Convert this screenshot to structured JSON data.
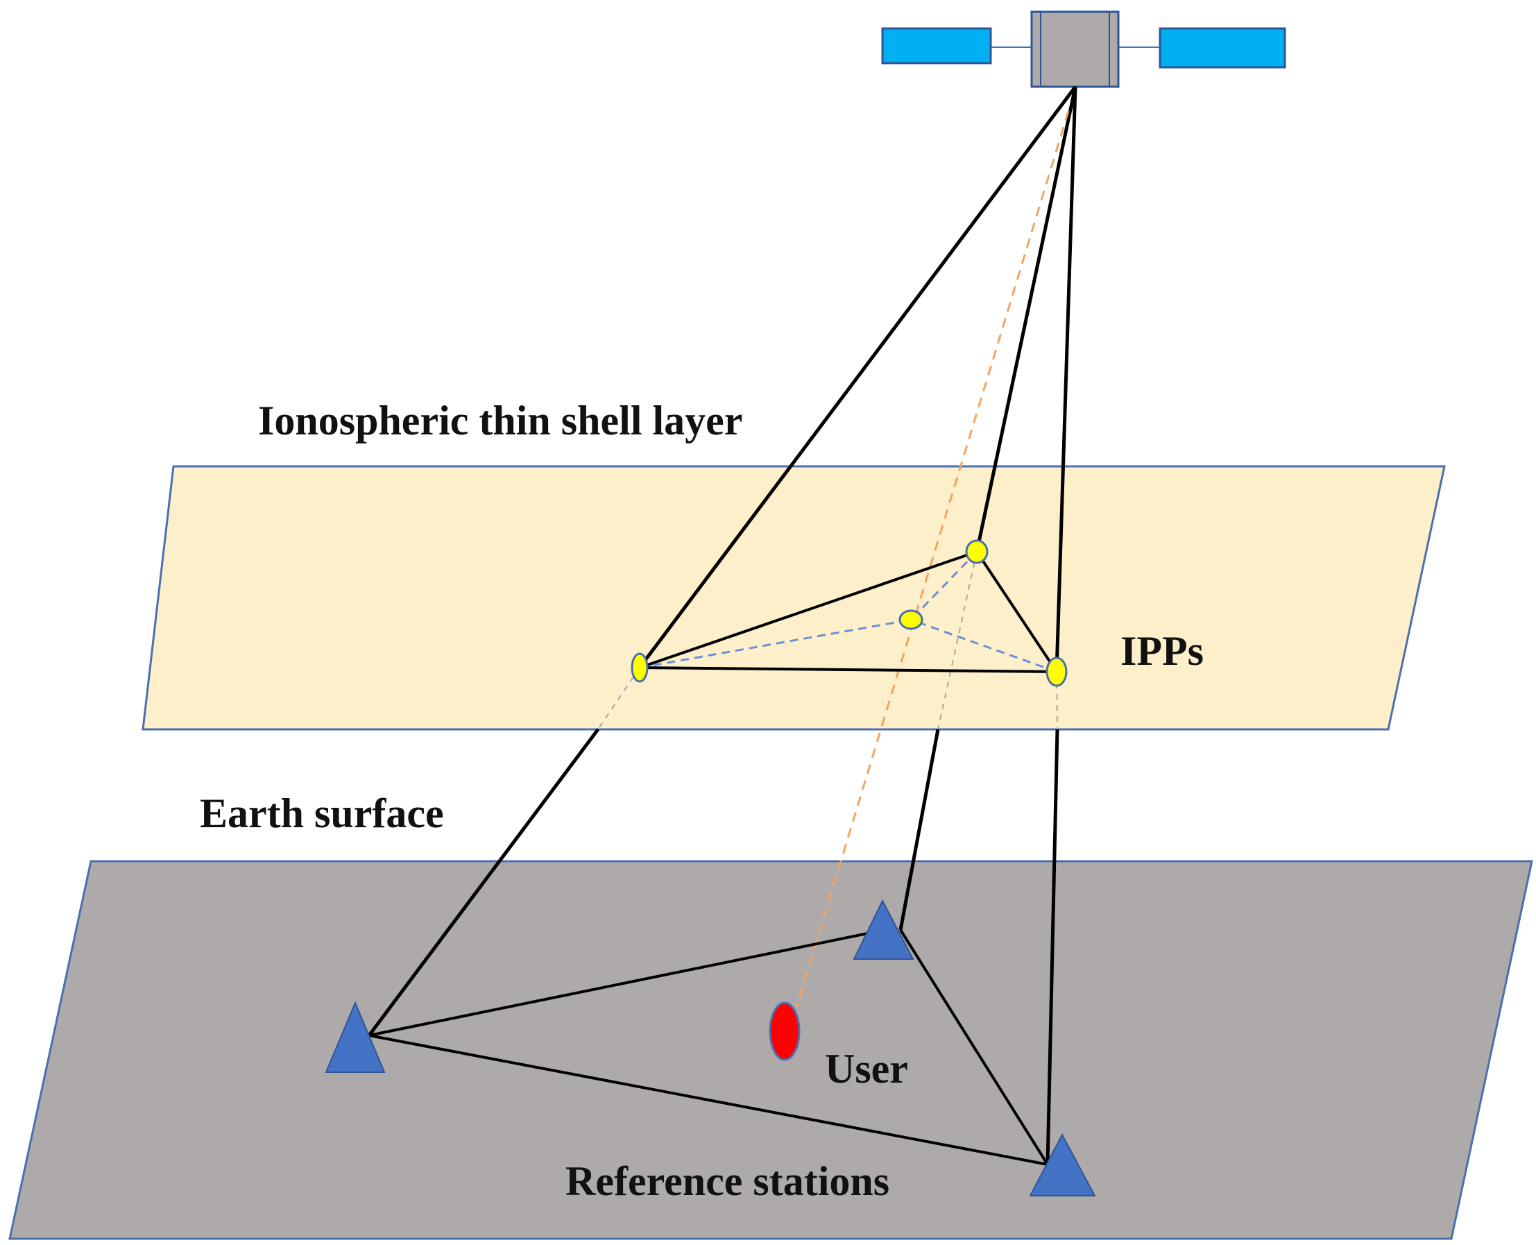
{
  "labels": {
    "iono_layer": "Ionospheric thin shell layer",
    "earth_surface": "Earth surface",
    "ipps": "IPPs",
    "user": "User",
    "reference_stations": "Reference stations"
  },
  "colors": {
    "iono_fill": "#fdefc9",
    "plane_edge": "#4a6fb0",
    "earth_fill": "#aeaaa9",
    "station": "#4472c4",
    "ipp": "#ffff00",
    "user": "#ff0000",
    "solar_panel": "#00b0f0",
    "satellite_body": "#aeaaa9",
    "signal_path": "#000000",
    "user_path": "#f4a460",
    "interp_line": "#6f8fd4",
    "extension_line": "#a6a6a6"
  }
}
